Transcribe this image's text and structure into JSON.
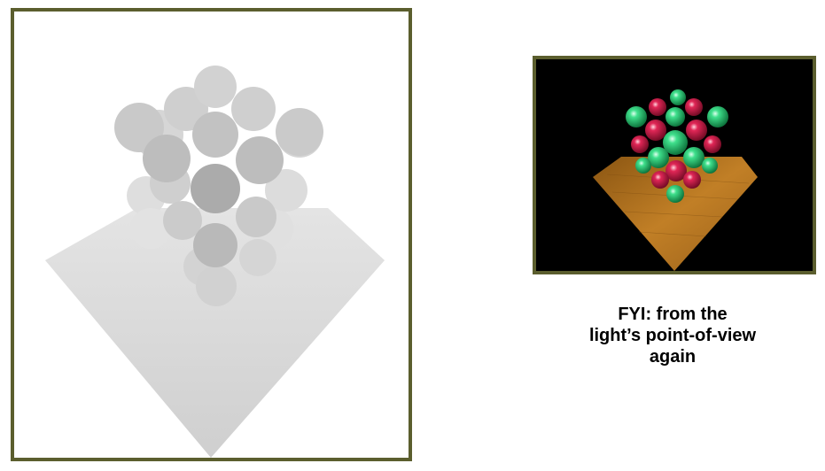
{
  "slide": {
    "caption_lines": [
      "FYI: from the",
      "light’s point-of-view",
      "again"
    ]
  },
  "images": {
    "depth_map": {
      "description_icon": "depth-map-image"
    },
    "render": {
      "description_icon": "rendered-scene-image"
    }
  },
  "colors": {
    "frame_border": "#5b5e2e",
    "floor_wood": "#b8731e",
    "sphere_green": "#2fd07a",
    "sphere_red": "#d8204a",
    "render_background": "#000000"
  }
}
